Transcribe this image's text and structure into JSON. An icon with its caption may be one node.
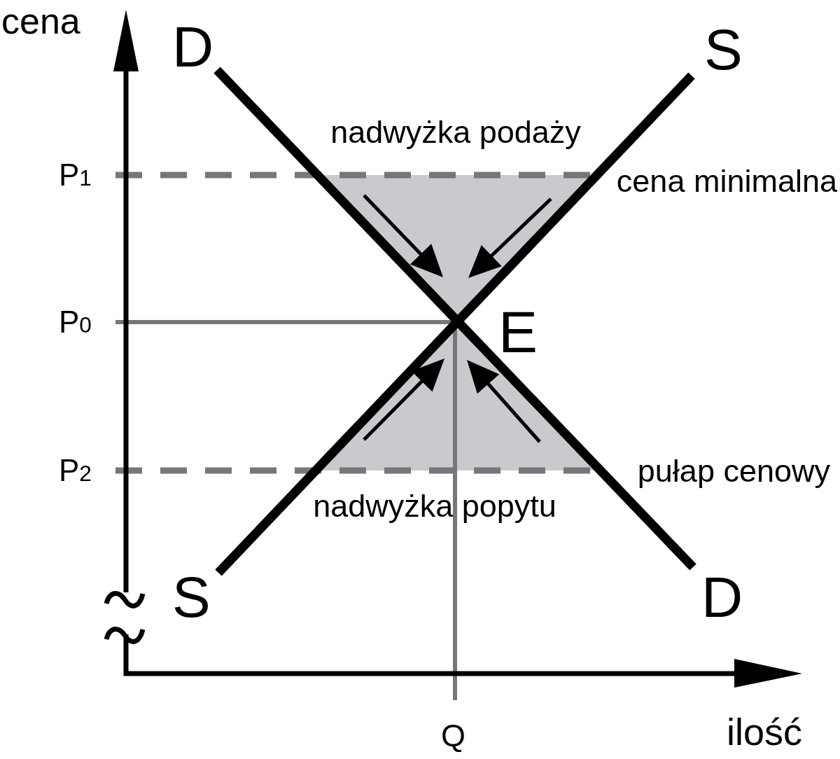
{
  "diagram": {
    "labels": [
      "cena",
      "D",
      "S",
      "nadwyżka podaży",
      "P$_{1}$",
      "cena minimalna",
      "P$_{0}$",
      "E",
      "P$_{2}$",
      "pułap cenowy",
      "nadwyżka popytu",
      "S",
      "D",
      "Q",
      "ilość"
    ]
  }
}
